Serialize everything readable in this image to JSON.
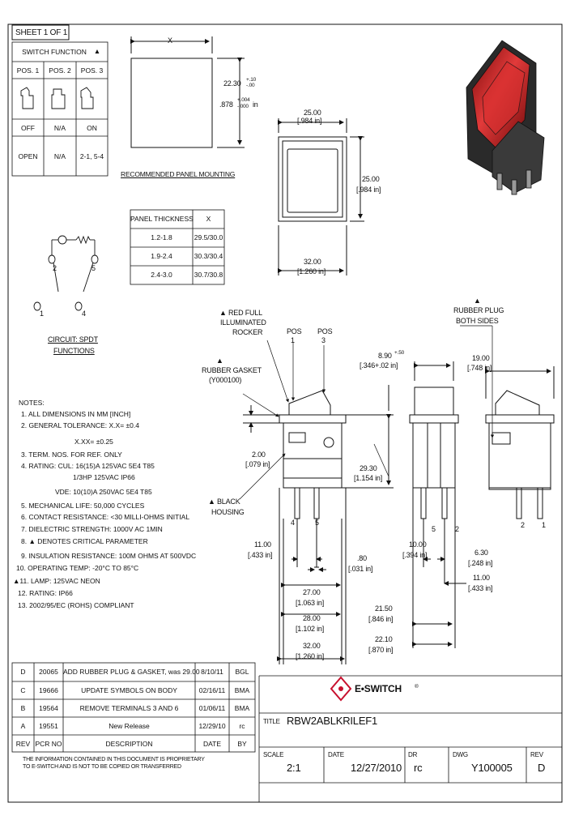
{
  "sheet_label": "SHEET 1 OF 1",
  "switch_function": {
    "title": "SWITCH FUNCTION",
    "critical_mark": "▲",
    "positions": [
      "POS. 1",
      "POS. 2",
      "POS. 3"
    ],
    "states": [
      "OFF",
      "N/A",
      "ON"
    ],
    "circuits": [
      "OPEN",
      "N/A",
      "2-1, 5-4"
    ]
  },
  "panel_drawing": {
    "x_label": "X",
    "height_metric": "22.30",
    "height_tol_metric_plus": "+.10",
    "height_tol_metric_minus": "-.00",
    "height_imperial": ".878",
    "height_tol_imperial_plus": "+.004",
    "height_tol_imperial_minus": "-.000",
    "height_unit": "in",
    "caption": "RECOMMENDED PANEL MOUNTING"
  },
  "panel_table": {
    "headers": [
      "PANEL THICKNESS",
      "X"
    ],
    "rows": [
      [
        "1.2-1.8",
        "29.5/30.0"
      ],
      [
        "1.9-2.4",
        "30.3/30.4"
      ],
      [
        "2.4-3.0",
        "30.7/30.8"
      ]
    ]
  },
  "front_view": {
    "width_metric": "25.00",
    "width_imperial": "[.984 in]",
    "height_metric": "25.00",
    "height_imperial": "[.984 in]",
    "outer_metric": "32.00",
    "outer_imperial": "[1.260 in]"
  },
  "circuit": {
    "pins_top": [
      "2",
      "5"
    ],
    "pins_bottom": [
      "1",
      "4"
    ],
    "caption_line1": "CIRCUIT: SPDT",
    "caption_line2": "FUNCTIONS"
  },
  "callouts": {
    "rocker": [
      "▲ RED FULL",
      "ILLUMINATED",
      "ROCKER"
    ],
    "pos1": "POS",
    "pos1_num": "1",
    "pos3": "POS",
    "pos3_num": "3",
    "gasket": [
      "▲",
      "RUBBER GASKET",
      "(Y000100)"
    ],
    "housing": [
      "▲ BLACK",
      "HOUSING"
    ],
    "plug": [
      "▲",
      "RUBBER PLUG",
      "BOTH SIDES"
    ]
  },
  "side_dims": {
    "d_890": "8.90",
    "d_890_tol": "+.50",
    "d_890_in": "[.346+.02 in]",
    "d_1900": "19.00",
    "d_1900_in": "[.748 in]",
    "d_200": "2.00",
    "d_200_in": "[.079 in]",
    "d_2930": "29.30",
    "d_2930_in": "[1.154 in]",
    "d_1100": "11.00",
    "d_1100_in": "[.433 in]",
    "d_080": ".80",
    "d_080_in": "[.031 in]",
    "d_2700": "27.00",
    "d_2700_in": "[1.063 in]",
    "d_2800": "28.00",
    "d_2800_in": "[1.102 in]",
    "d_3200": "32.00",
    "d_3200_in": "[1.260 in]",
    "d_1000": "10.00",
    "d_1000_in": "[.394 in]",
    "d_630": "6.30",
    "d_630_in": "[.248 in]",
    "d_1100b": "11.00",
    "d_1100b_in": "[.433 in]",
    "d_2150": "21.50",
    "d_2150_in": "[.846 in]",
    "d_2210": "22.10",
    "d_2210_in": "[.870 in]",
    "pins_left": [
      "4",
      "5"
    ],
    "pins_mid": [
      "5",
      "2"
    ],
    "pins_right": [
      "2",
      "1"
    ]
  },
  "notes": {
    "title": "NOTES:",
    "lines": [
      "1. ALL DIMENSIONS IN MM [INCH]",
      "2. GENERAL TOLERANCE: X.X= ±0.4",
      "X.XX= ±0.25",
      "3. TERM. NOS. FOR REF. ONLY",
      "4. RATING: CUL: 16(15)A 125VAC 5E4 T85",
      "1/3HP 125VAC IP66",
      "VDE: 10(10)A 250VAC 5E4 T85",
      "5. MECHANICAL LIFE: 50,000 CYCLES",
      "6. CONTACT RESISTANCE: <30 MILLI-OHMS INITIAL",
      "7. DIELECTRIC STRENGTH: 1000V AC 1MIN",
      "8. ▲ DENOTES CRITICAL PARAMETER",
      "9. INSULATION RESISTANCE: 100M OHMS AT 500VDC",
      "10. OPERATING TEMP: -20°C TO 85°C",
      "▲11. LAMP: 125VAC NEON",
      "12. RATING: IP66",
      "13. 2002/95/EC (ROHS) COMPLIANT"
    ]
  },
  "revisions": {
    "headers": [
      "REV",
      "PCR NO",
      "DESCRIPTION",
      "DATE",
      "BY"
    ],
    "rows": [
      [
        "D",
        "20065",
        "ADD RUBBER PLUG & GASKET, was 29.00",
        "8/10/11",
        "BGL"
      ],
      [
        "C",
        "19666",
        "UPDATE SYMBOLS ON BODY",
        "02/16/11",
        "BMA"
      ],
      [
        "B",
        "19564",
        "REMOVE TERMINALS 3 AND 6",
        "01/06/11",
        "BMA"
      ],
      [
        "A",
        "19551",
        "New Release",
        "12/29/10",
        "rc"
      ]
    ]
  },
  "disclaimer": [
    "THE INFORMATION CONTAINED IN THIS DOCUMENT IS PROPRIETARY",
    "TO E-SWITCH AND IS NOT TO BE COPIED OR TRANSFERRED"
  ],
  "title_block": {
    "brand": "E•SWITCH",
    "brand_mark": "®",
    "title_label": "TITLE",
    "title": "RBW2ABLKRILEF1",
    "scale_label": "SCALE",
    "scale": "2:1",
    "date_label": "DATE",
    "date": "12/27/2010",
    "dr_label": "DR",
    "dr": "rc",
    "dwg_label": "DWG",
    "dwg": "Y100005",
    "rev_label": "REV",
    "rev": "D"
  },
  "colors": {
    "rocker_red": "#b01818",
    "brand_red": "#c8102e",
    "line": "#111111"
  }
}
